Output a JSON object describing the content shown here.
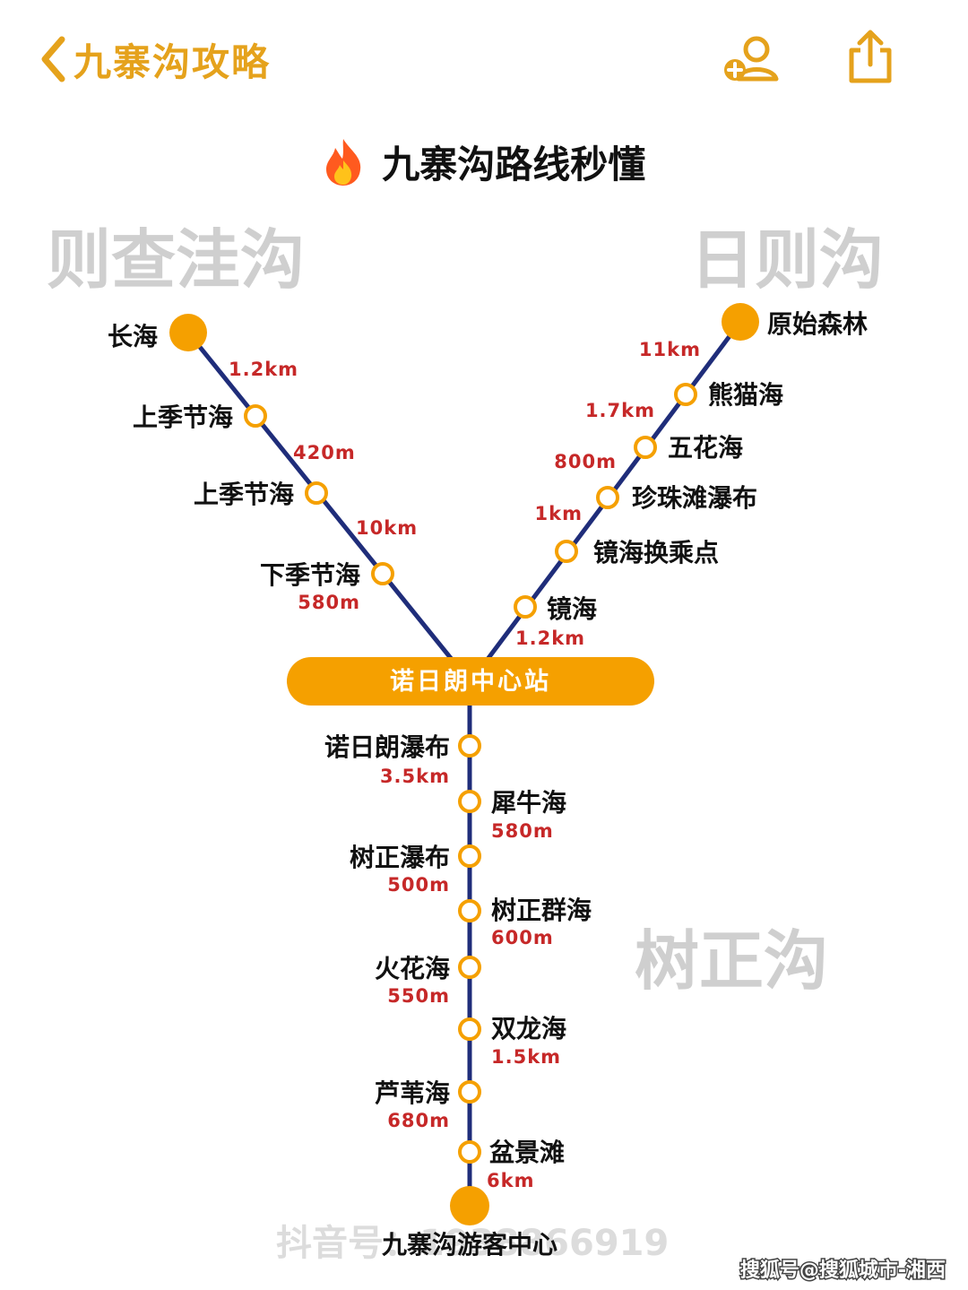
{
  "header": {
    "title": "九寨沟攻略",
    "back_icon": "chevron-left-icon",
    "follow_icon": "add-user-icon",
    "share_icon": "share-icon",
    "accent_color": "#e5a21c"
  },
  "page_title": "九寨沟路线秒懂",
  "regions": {
    "left": "则查洼沟",
    "right": "日则沟",
    "bottom": "树正沟"
  },
  "hub": "诺日朗中心站",
  "left_branch": {
    "terminal": "长海",
    "stations": [
      "上季节海",
      "上季节海",
      "下季节海"
    ],
    "distances": [
      "1.2km",
      "420m",
      "10km",
      "580m"
    ]
  },
  "right_branch": {
    "terminal": "原始森林",
    "stations": [
      "熊猫海",
      "五花海",
      "珍珠滩瀑布",
      "镜海换乘点",
      "镜海"
    ],
    "distances": [
      "11km",
      "1.7km",
      "800m",
      "1km",
      "1.2km"
    ]
  },
  "bottom_branch": {
    "stations": [
      "诺日朗瀑布",
      "犀牛海",
      "树正瀑布",
      "树正群海",
      "火花海",
      "双龙海",
      "芦苇海",
      "盆景滩"
    ],
    "distances": [
      "3.5km",
      "580m",
      "500m",
      "600m",
      "550m",
      "1.5km",
      "680m",
      "6km"
    ],
    "terminal": "九寨沟游客中心"
  },
  "watermark": "抖音号：1938866919",
  "credit": "搜狐号@搜狐城市-湘西",
  "colors": {
    "line": "#1f2d7a",
    "station": "#f5a000",
    "distance": "#c62828",
    "region": "#cfcfcf"
  }
}
